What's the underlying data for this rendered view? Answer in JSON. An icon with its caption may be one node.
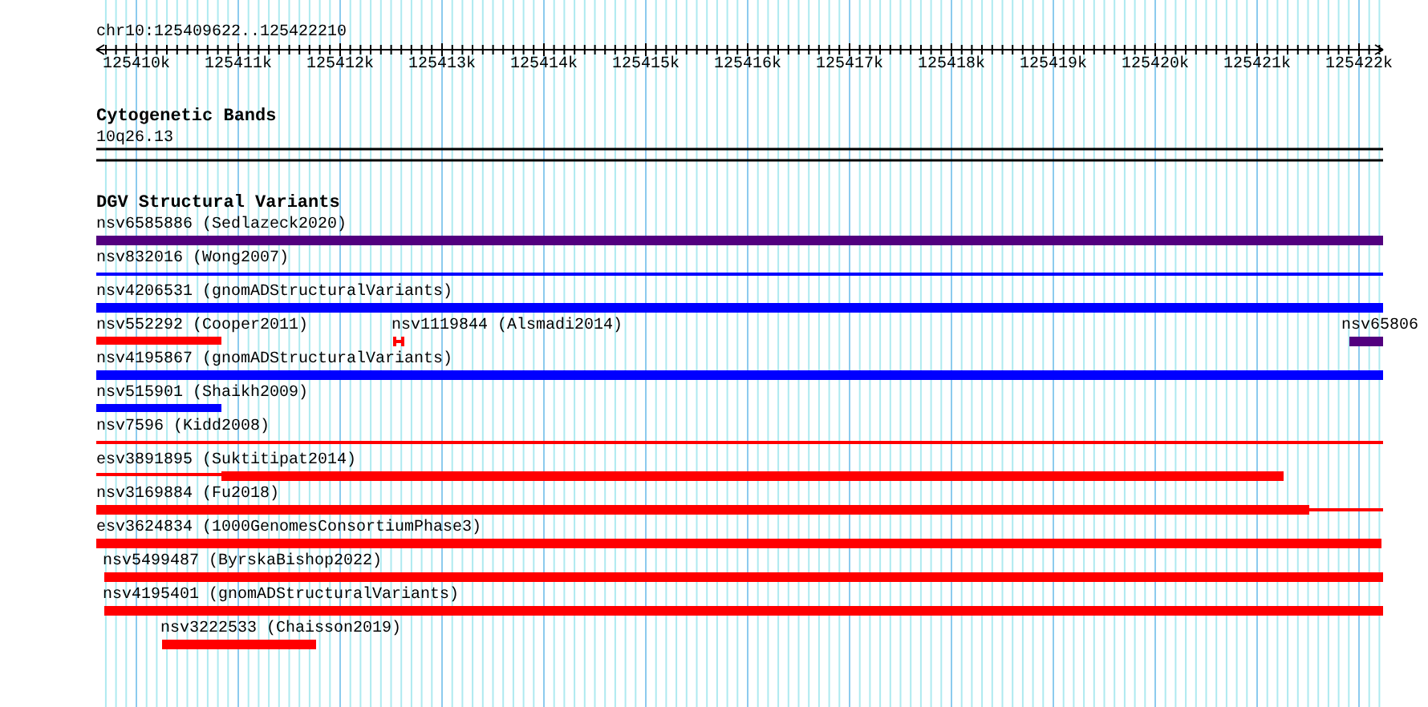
{
  "diagram": {
    "labels": [
      "chr10:125409622..125422210",
      "125410k",
      "125411k",
      "125412k",
      "125413k",
      "125414k",
      "125415k",
      "125416k",
      "125417k",
      "125418k",
      "125419k",
      "125420k",
      "125421k",
      "125422k",
      "Cytogenetic Bands",
      "10q26.13",
      "DGV Structural Variants",
      "nsv6585886 (Sedlazeck2020)",
      "nsv832016 (Wong2007)",
      "nsv4206531 (gnomADStructuralVariants)",
      "nsv552292 (Cooper2011)",
      "nsv1119844 (Alsmadi2014)",
      "nsv65806",
      "nsv4195867 (gnomADStructuralVariants)",
      "nsv515901 (Shaikh2009)",
      "nsv7596 (Kidd2008)",
      "esv3891895 (Suktitipat2014)",
      "nsv3169884 (Fu2018)",
      "esv3624834 (1000GenomesConsortiumPhase3)",
      "nsv5499487 (ByrskaBishop2022)",
      "nsv4195401 (gnomADStructuralVariants)",
      "nsv3222533 (Chaisson2019)"
    ]
  }
}
